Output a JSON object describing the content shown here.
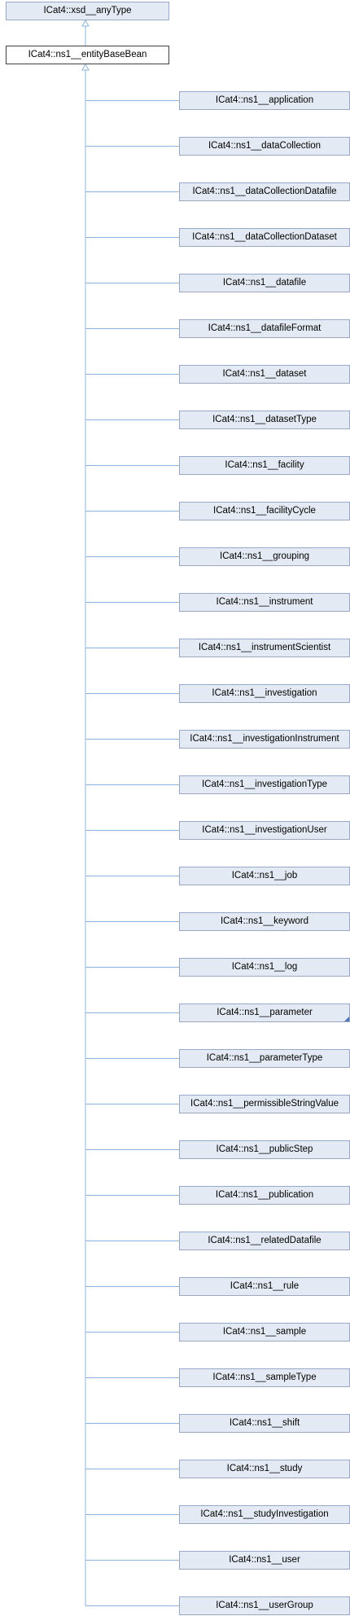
{
  "diagram": {
    "base_type": "ICat4::xsd__anyType",
    "current_class": "ICat4::ns1__entityBaseBean",
    "children": [
      {
        "label": "ICat4::ns1__application"
      },
      {
        "label": "ICat4::ns1__dataCollection"
      },
      {
        "label": "ICat4::ns1__dataCollectionDatafile"
      },
      {
        "label": "ICat4::ns1__dataCollectionDataset"
      },
      {
        "label": "ICat4::ns1__datafile"
      },
      {
        "label": "ICat4::ns1__datafileFormat"
      },
      {
        "label": "ICat4::ns1__dataset"
      },
      {
        "label": "ICat4::ns1__datasetType"
      },
      {
        "label": "ICat4::ns1__facility"
      },
      {
        "label": "ICat4::ns1__facilityCycle"
      },
      {
        "label": "ICat4::ns1__grouping"
      },
      {
        "label": "ICat4::ns1__instrument"
      },
      {
        "label": "ICat4::ns1__instrumentScientist"
      },
      {
        "label": "ICat4::ns1__investigation"
      },
      {
        "label": "ICat4::ns1__investigationInstrument"
      },
      {
        "label": "ICat4::ns1__investigationType"
      },
      {
        "label": "ICat4::ns1__investigationUser"
      },
      {
        "label": "ICat4::ns1__job"
      },
      {
        "label": "ICat4::ns1__keyword"
      },
      {
        "label": "ICat4::ns1__log"
      },
      {
        "label": "ICat4::ns1__parameter",
        "has_more": true
      },
      {
        "label": "ICat4::ns1__parameterType"
      },
      {
        "label": "ICat4::ns1__permissibleStringValue"
      },
      {
        "label": "ICat4::ns1__publicStep"
      },
      {
        "label": "ICat4::ns1__publication"
      },
      {
        "label": "ICat4::ns1__relatedDatafile"
      },
      {
        "label": "ICat4::ns1__rule"
      },
      {
        "label": "ICat4::ns1__sample"
      },
      {
        "label": "ICat4::ns1__sampleType"
      },
      {
        "label": "ICat4::ns1__shift"
      },
      {
        "label": "ICat4::ns1__study"
      },
      {
        "label": "ICat4::ns1__studyInvestigation"
      },
      {
        "label": "ICat4::ns1__user"
      },
      {
        "label": "ICat4::ns1__userGroup"
      }
    ],
    "colors": {
      "edge": "#8fb3d9",
      "node_fill": "#e4eaf4",
      "node_border": "#98a8c8",
      "current_border": "#404040",
      "more_marker": "#4f73b3"
    }
  }
}
